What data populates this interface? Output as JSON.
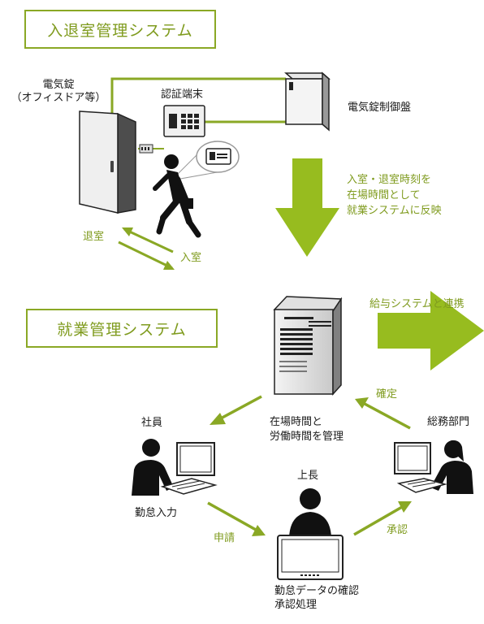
{
  "section_titles": {
    "entry_system": "入退室管理システム",
    "attendance_system": "就業管理システム"
  },
  "labels": {
    "electric_lock": "電気錠\n（オフィスドア等）",
    "auth_terminal": "認証端末",
    "lock_control_panel": "電気錠制御盤",
    "exit_room": "退室",
    "enter_room": "入室",
    "reflect_note": "入室・退室時刻を\n在場時間として\n就業システムに反映",
    "payroll_link": "給与システムと連携",
    "server_note": "在場時間と\n労働時間を管理",
    "employee": "社員",
    "attendance_input": "勤怠入力",
    "apply": "申請",
    "supervisor": "上長",
    "check_approve": "勤怠データの確認\n承認処理",
    "approve": "承認",
    "general_affairs": "総務部門",
    "confirm": "確定"
  },
  "colors": {
    "accent_green": "#8aa825",
    "arrow_green": "#97bc1f",
    "dark": "#1a1a1a"
  }
}
